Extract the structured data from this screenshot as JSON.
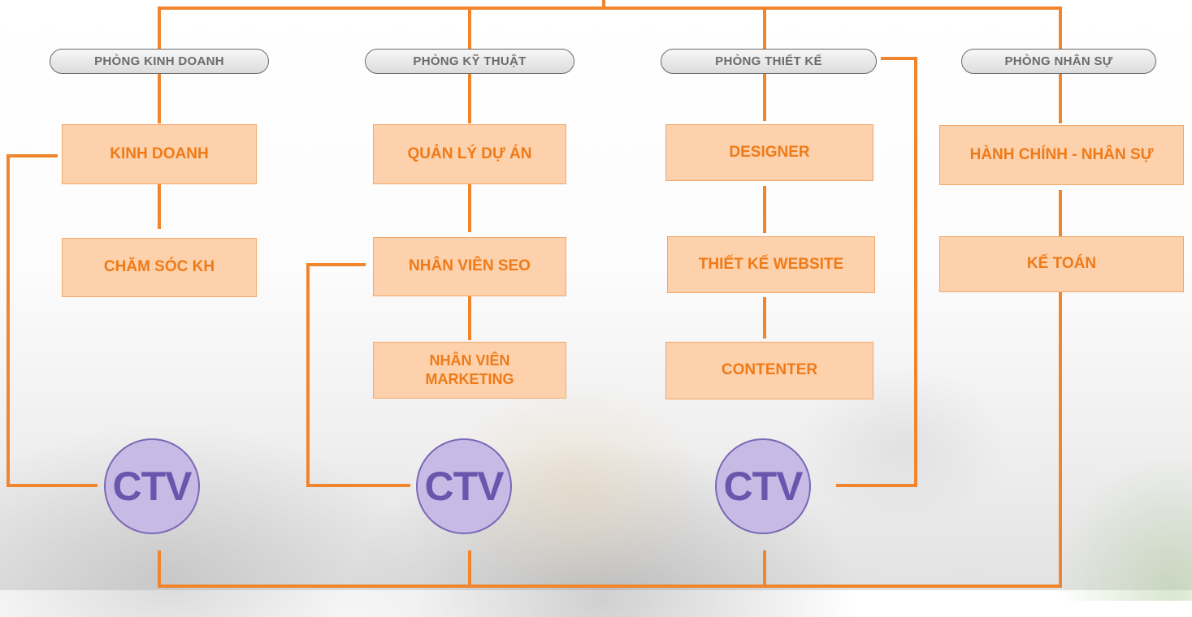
{
  "departments": [
    {
      "name": "PHÒNG KINH DOANH"
    },
    {
      "name": "PHÒNG KỸ THUẬT"
    },
    {
      "name": "PHÒNG THIẾT KẾ"
    },
    {
      "name": "PHÒNG NHÂN SỰ"
    }
  ],
  "kinh_doanh": [
    "KINH DOANH",
    "CHĂM SÓC KH"
  ],
  "ky_thuat": [
    "QUẢN LÝ DỰ ÁN",
    "NHÂN VIÊN SEO",
    "NHÂN VIÊN",
    "MARKETING"
  ],
  "thiet_ke": [
    "DESIGNER",
    "THIẾT KẾ WEBSITE",
    "CONTENTER"
  ],
  "nhan_su": [
    "HÀNH CHÍNH - NHÂN SỰ",
    "KẾ TOÁN"
  ],
  "ctv": [
    "CTV",
    "CTV",
    "CTV"
  ],
  "colors": {
    "connector": "#f0852d",
    "unit_fill": "#fcd1ab",
    "unit_text": "#ef7a18",
    "dept_text": "#6b6b6b",
    "ctv_fill": "#c7bbe5",
    "ctv_text": "#6a56ad"
  }
}
